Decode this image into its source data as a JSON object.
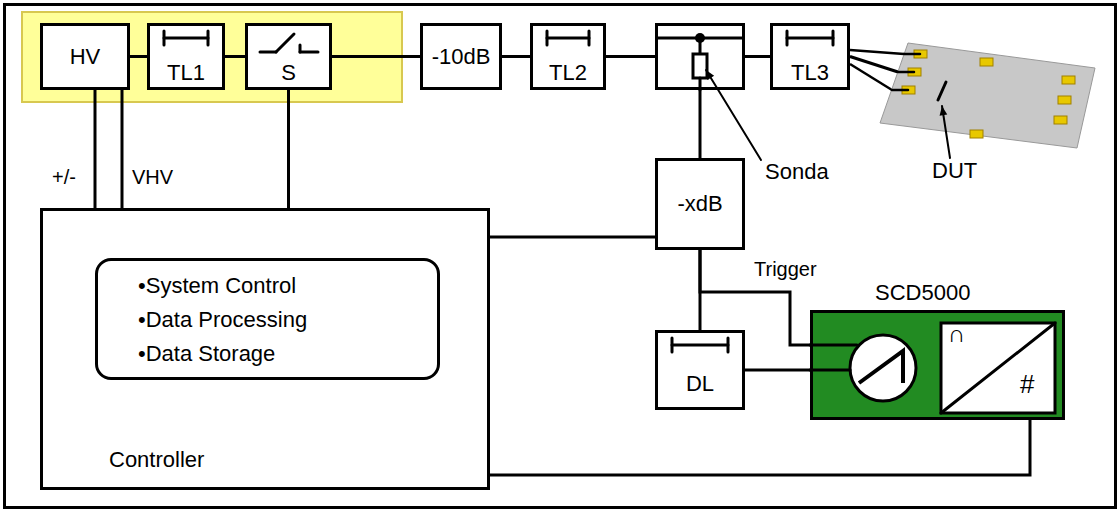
{
  "diagram": {
    "nodes": [
      {
        "text": [
          "HV"
        ]
      },
      {
        "text": [
          "TL1"
        ]
      },
      {
        "text": [
          "S"
        ]
      },
      {
        "text": [
          "-10dB"
        ]
      },
      {
        "text": [
          "TL2"
        ]
      },
      {
        "text": [
          "Sonda"
        ]
      },
      {
        "text": [
          "TL3"
        ]
      },
      {
        "text": [
          "DUT"
        ]
      },
      {
        "text": [
          "Controller"
        ]
      },
      {
        "text": [
          "•System Control",
          "•Data Processing",
          "•Data Storage"
        ],
        "in": 8
      },
      {
        "text": [
          "-xdB"
        ]
      },
      {
        "text": [
          "DL"
        ]
      },
      {
        "text": [
          "SCD5000"
        ]
      }
    ],
    "edges": [
      {
        "from": 0,
        "to": 1,
        "arrow": "none"
      },
      {
        "from": 1,
        "to": 2,
        "arrow": "none"
      },
      {
        "from": 2,
        "to": 3,
        "arrow": "none"
      },
      {
        "from": 3,
        "to": 4,
        "arrow": "none"
      },
      {
        "from": 4,
        "to": 5,
        "arrow": "none"
      },
      {
        "from": 5,
        "to": 6,
        "arrow": "none"
      },
      {
        "from": 6,
        "to": 7,
        "arrow": "none"
      },
      {
        "from": 8,
        "to": 0,
        "label": "+/-",
        "arrow": "none"
      },
      {
        "from": 8,
        "to": 0,
        "label": "VHV",
        "arrow": "none"
      },
      {
        "from": 8,
        "to": 2,
        "arrow": "none"
      },
      {
        "from": 8,
        "to": 10,
        "arrow": "none"
      },
      {
        "from": 5,
        "to": 10,
        "arrow": "none"
      },
      {
        "from": 10,
        "to": 11,
        "arrow": "none"
      },
      {
        "from": 10,
        "to": 12,
        "label": "Trigger",
        "arrow": "none"
      },
      {
        "from": 11,
        "to": 12,
        "arrow": "none"
      },
      {
        "from": 12,
        "to": 8,
        "arrow": "none"
      }
    ],
    "labels": [
      "∩",
      "#"
    ]
  }
}
